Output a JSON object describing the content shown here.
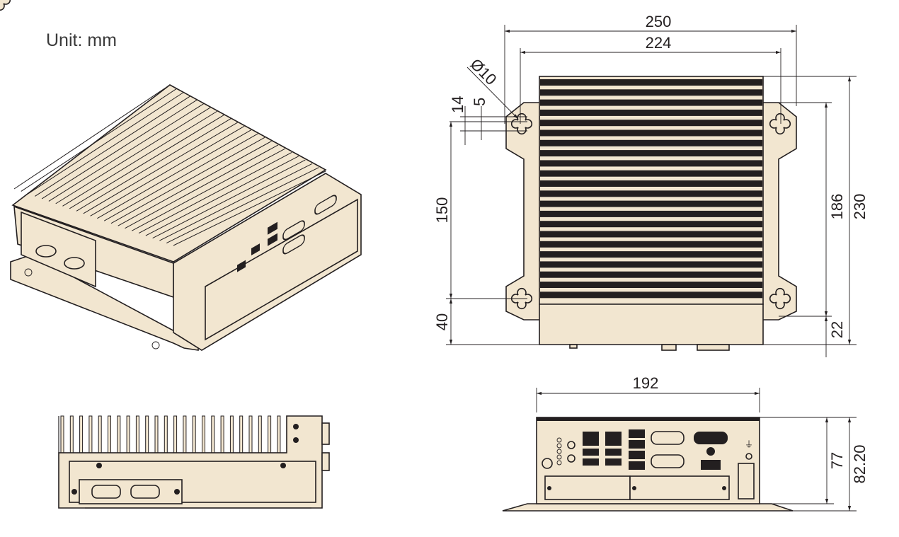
{
  "unit_label": "Unit: mm",
  "colors": {
    "body_fill": "#f2e6d0",
    "line": "#231f20"
  },
  "top_view": {
    "width_overall": "250",
    "width_mount": "224",
    "hole_diameter": "Ø10",
    "hole_offset_outer": "14",
    "hole_offset_inner": "5",
    "hole_pitch_vertical": "150",
    "bottom_offset": "40",
    "depth_body": "186",
    "depth_overall": "230",
    "rear_offset": "22"
  },
  "front_view": {
    "width": "192",
    "height_body": "77",
    "height_overall": "82.20"
  }
}
